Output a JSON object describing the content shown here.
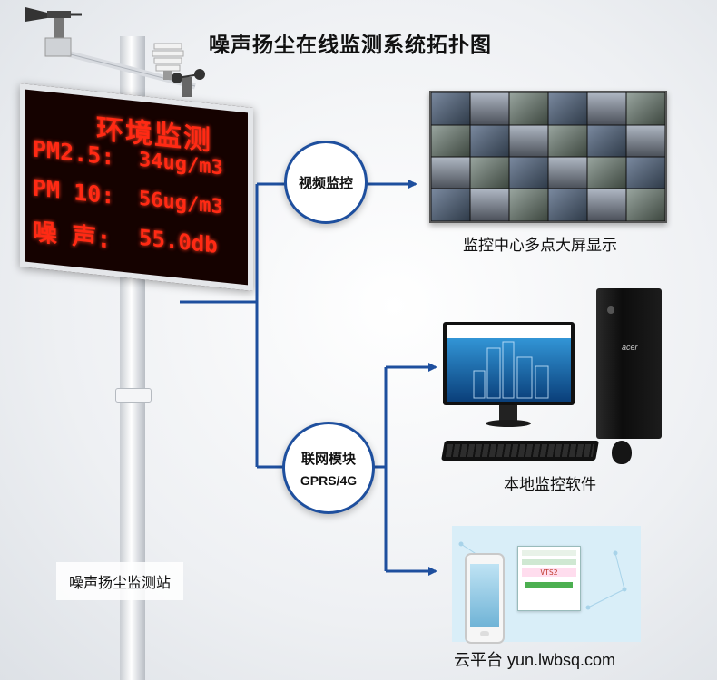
{
  "title": "噪声扬尘在线监测系统拓扑图",
  "station": {
    "label": "噪声扬尘监测站",
    "display": {
      "heading": "环境监测",
      "rows": [
        {
          "name": "PM2.5:",
          "value": "34ug/m3"
        },
        {
          "name": "PM 10:",
          "value": "56ug/m3"
        },
        {
          "name": "噪 声:",
          "value": "55.0db"
        }
      ]
    }
  },
  "nodes": {
    "video": {
      "label": "视频监控"
    },
    "network": {
      "label": "联网模块",
      "sublabel": "GPRS/4G"
    }
  },
  "outputs": {
    "video_wall": {
      "caption": "监控中心多点大屏显示"
    },
    "local_pc": {
      "caption": "本地监控软件",
      "brand": "acer"
    },
    "cloud": {
      "caption": "云平台 yun.lwbsq.com",
      "screen_code": "VTS2"
    }
  },
  "colors": {
    "line": "#1e4f9e",
    "led": "#ff2a14"
  }
}
